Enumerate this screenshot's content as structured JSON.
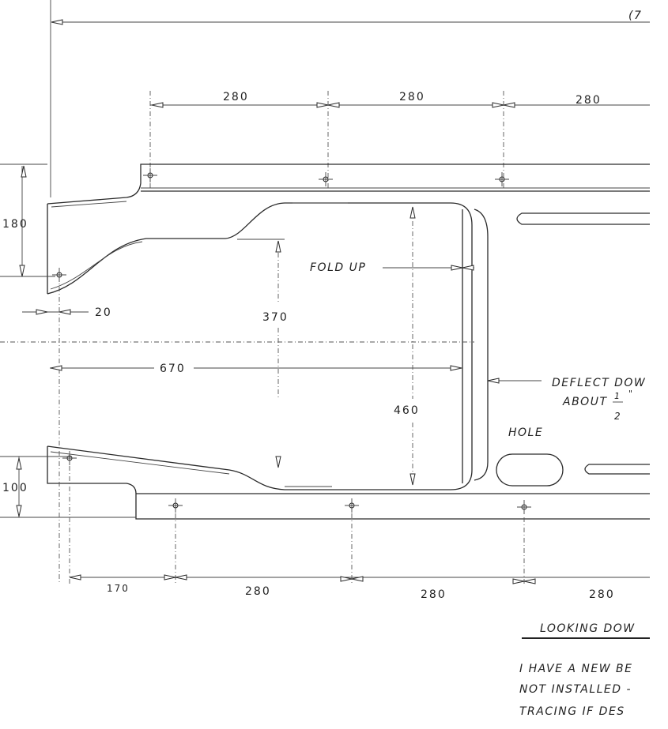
{
  "sheet_ref": "(7",
  "dimensions": {
    "top_pitch": [
      "280",
      "280",
      "280"
    ],
    "bottom_start": "170",
    "bottom_pitch": [
      "280",
      "280",
      "280"
    ],
    "left_top_height": "180",
    "left_bottom_height": "100",
    "edge_offset": "20",
    "inner_height": "370",
    "overall_length": "670",
    "opening_height": "460"
  },
  "labels": {
    "fold_up": "FOLD UP",
    "deflect_line1": "DEFLECT DOW",
    "deflect_about": "ABOUT",
    "deflect_num": "1",
    "deflect_den": "2",
    "deflect_unit": "\"",
    "hole": "HOLE",
    "view_title": "LOOKING DOW"
  },
  "notes": [
    "I HAVE A NEW BE",
    "NOT INSTALLED -",
    "TRACING IF DES"
  ]
}
